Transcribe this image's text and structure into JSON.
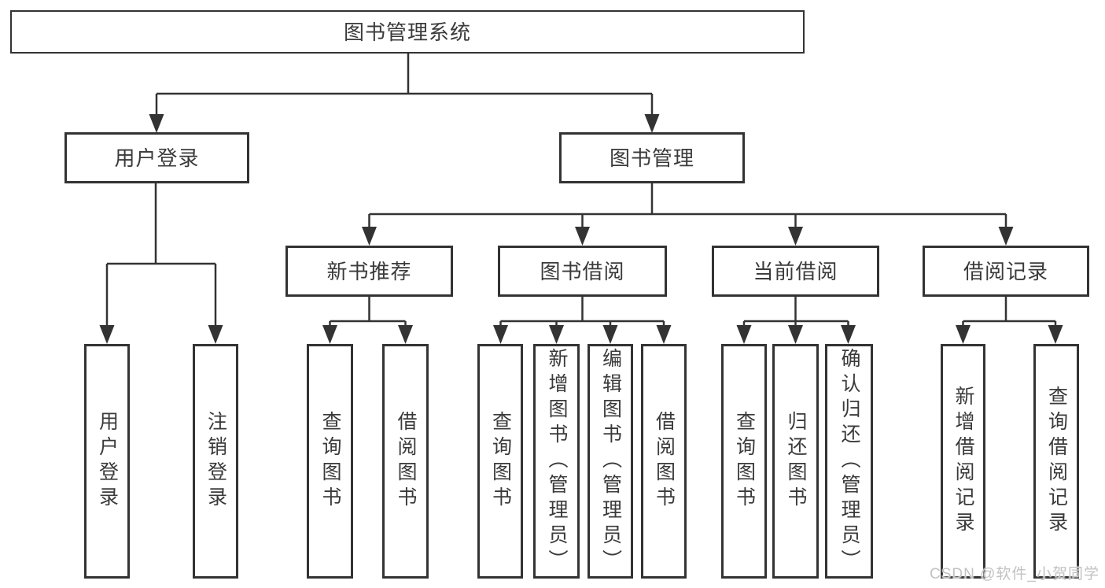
{
  "colors": {
    "background": "#ffffff",
    "line": "#333333",
    "box_border": "#333333",
    "text": "#3a3a3a",
    "watermark": "#c2c2c2"
  },
  "watermark": "CSDN @软件_小贺同学",
  "diagram": {
    "root": "图书管理系统",
    "branches": [
      {
        "label": "用户登录",
        "children": [
          "用户登录",
          "注销登录"
        ]
      },
      {
        "label": "图书管理",
        "groups": [
          {
            "label": "新书推荐",
            "children": [
              "查询图书",
              "借阅图书"
            ]
          },
          {
            "label": "图书借阅",
            "children": [
              "查询图书",
              "新增图书（管理员）",
              "编辑图书（管理员）",
              "借阅图书"
            ]
          },
          {
            "label": "当前借阅",
            "children": [
              "查询图书",
              "归还图书",
              "确认归还（管理员）"
            ]
          },
          {
            "label": "借阅记录",
            "children": [
              "新增借阅记录",
              "查询借阅记录"
            ]
          }
        ]
      }
    ]
  }
}
